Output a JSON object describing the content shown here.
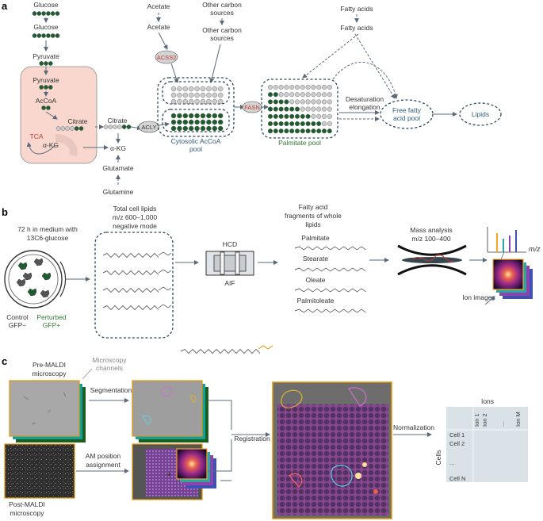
{
  "panels": {
    "a": "a",
    "b": "b",
    "c": "c"
  },
  "a": {
    "glucose1": "Glucose",
    "glucose2": "Glucose",
    "pyruvate1": "Pyruvate",
    "pyruvate2": "Pyruvate",
    "accoa": "AcCoA",
    "citrate1": "Citrate",
    "citrate2": "Citrate",
    "tca": "TCA",
    "akg1": "α-KG",
    "akg2": "α-KG",
    "glutamate": "Glutamate",
    "glutamine": "Glutamine",
    "acetate1": "Acetate",
    "acetate2": "Acetate",
    "other1_l1": "Other carbon",
    "other1_l2": "sources",
    "other2_l1": "Other carbon",
    "other2_l2": "sources",
    "acss2": "ACSS2",
    "acly": "ACLY",
    "fasn": "FASN",
    "cytosolic_l1": "Cytosolic AcCoA",
    "cytosolic_l2": "pool",
    "palmitate_pool": "Palmitate pool",
    "fatty1": "Fatty acids",
    "fatty2": "Fatty acids",
    "desat_l1": "Desaturation",
    "desat_l2": "elongation",
    "ffa_l1": "Free fatty",
    "ffa_l2": "acid pool",
    "lipids": "Lipids",
    "colors": {
      "labeled": "#1e5e2e",
      "unlabeled": "#cccccc",
      "mito": "#f9d7cf",
      "enzyme": "#d3d3d3"
    }
  },
  "b": {
    "medium_l1": "72 h in medium with",
    "medium_l2": "13C6-glucose",
    "control": "Control",
    "control_gfp": "GFP−",
    "perturbed": "Perturbed",
    "perturbed_gfp": "GFP+",
    "total_l1": "Total cell lipids",
    "total_l2": "m/z 600–1,000",
    "total_l3": "negative mode",
    "hcd": "HCD",
    "aif": "AIF",
    "frag_l1": "Fatty acid",
    "frag_l2": "fragments of whole",
    "frag_l3": "lipids",
    "palmitate": "Palmitate",
    "stearate": "Stearate",
    "oleate": "Oleate",
    "palmitoleate": "Palmitoleate",
    "mass_l1": "Mass analysis",
    "mass_l2": "m/z 100–400",
    "mz": "m/z",
    "ion_images": "Ion images"
  },
  "c": {
    "pre_l1": "Pre-MALDI",
    "pre_l2": "microscopy",
    "channels_l1": "Microscopy",
    "channels_l2": "channels",
    "segmentation": "Segmentation",
    "am_l1": "AM position",
    "am_l2": "assignment",
    "plus": "+",
    "post_l1": "Post-MALDI",
    "post_l2": "microscopy",
    "registration": "Registration",
    "normalization": "Normalization",
    "ions": "Ions",
    "cells": "Cells",
    "cols": [
      "Ion 1",
      "Ion 2",
      "...",
      "Ion M"
    ],
    "rows": [
      "Cell 1",
      "Cell 2",
      "...",
      "Cell N"
    ]
  }
}
